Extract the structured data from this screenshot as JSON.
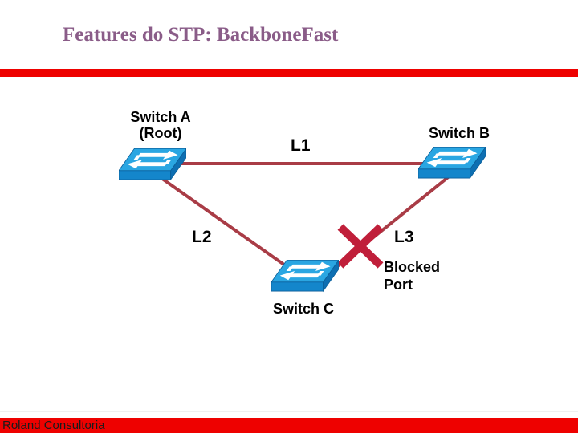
{
  "slide": {
    "title": "Features do STP: BackboneFast",
    "footer": "Roland Consultoria"
  },
  "colors": {
    "accent_red": "#EE0100",
    "title_purple": "#8A5C88",
    "link_red": "#A93C46",
    "blocked_red": "#C01F3A",
    "switch_top": "#2AA6E2",
    "switch_front": "#1486CB",
    "switch_side": "#0E6FB2",
    "label_black": "#000000"
  },
  "diagram": {
    "nodes": [
      {
        "id": "switch-a",
        "label": "Switch A",
        "sublabel": "(Root)"
      },
      {
        "id": "switch-b",
        "label": "Switch B"
      },
      {
        "id": "switch-c",
        "label": "Switch C"
      }
    ],
    "links": [
      {
        "id": "l1",
        "label": "L1",
        "from": "switch-a",
        "to": "switch-b"
      },
      {
        "id": "l2",
        "label": "L2",
        "from": "switch-a",
        "to": "switch-c"
      },
      {
        "id": "l3",
        "label": "L3",
        "from": "switch-b",
        "to": "switch-c",
        "status": "blocked"
      }
    ],
    "blocked_port_label": "Blocked Port"
  }
}
